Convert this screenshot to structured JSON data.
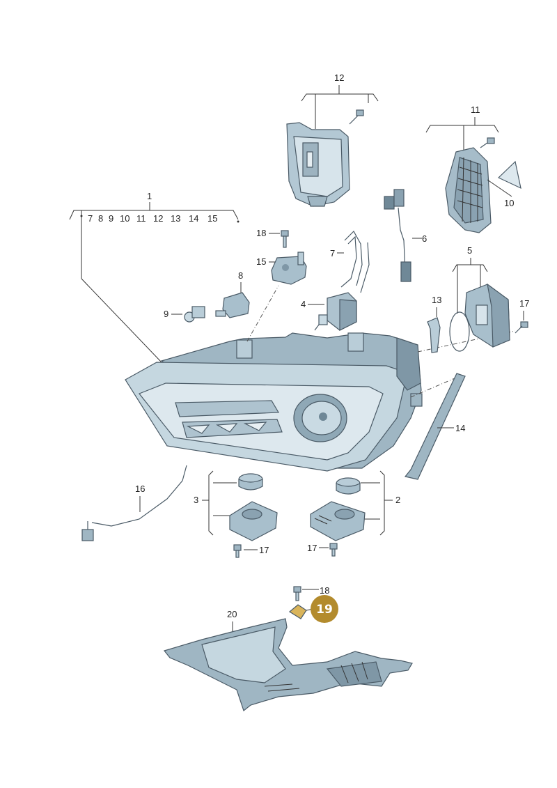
{
  "diagram": {
    "colors": {
      "part_fill": "#b9cdd8",
      "part_dark": "#7f97a6",
      "part_light": "#dfeaf0",
      "line": "#333333",
      "highlight_badge": "#b38b2d"
    },
    "labels": {
      "l1": "1",
      "l1_sub": [
        "7",
        "8",
        "9",
        "10",
        "11",
        "12",
        "13",
        "14",
        "15"
      ],
      "l2": "2",
      "l3": "3",
      "l4": "4",
      "l5": "5",
      "l6": "6",
      "l7": "7",
      "l8": "8",
      "l9": "9",
      "l10": "10",
      "l11": "11",
      "l12": "12",
      "l13": "13",
      "l14": "14",
      "l15": "15",
      "l16": "16",
      "l17a": "17",
      "l17b": "17",
      "l17c": "17",
      "l18a": "18",
      "l18b": "18",
      "l19": "19",
      "l20": "20"
    }
  }
}
